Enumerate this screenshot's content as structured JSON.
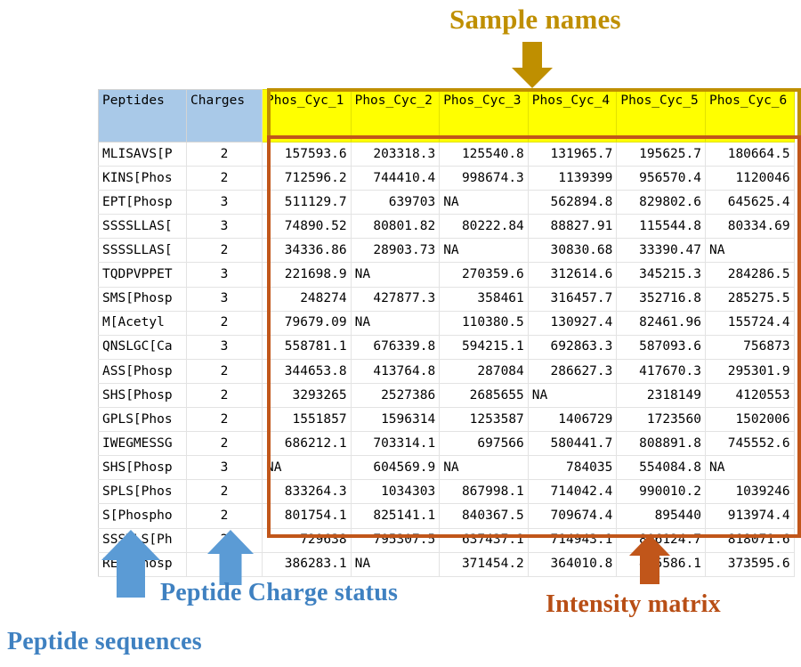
{
  "annotations": {
    "sample_names": {
      "label": "Sample names",
      "color": "#bf8f00",
      "icon": "arrow-down-icon"
    },
    "peptide_charge": {
      "label": "Peptide Charge status",
      "color": "#3f81c1",
      "icon": "arrow-up-icon"
    },
    "peptide_sequences": {
      "label": "Peptide sequences",
      "color": "#3f81c1",
      "icon": "arrow-up-icon"
    },
    "intensity_matrix": {
      "label": "Intensity matrix",
      "color": "#b84e15",
      "icon": "arrow-up-icon"
    }
  },
  "table": {
    "headers": {
      "peptides": "Peptides",
      "charges": "Charges",
      "samples": [
        "Phos_Cyc_1",
        "Phos_Cyc_2",
        "Phos_Cyc_3",
        "Phos_Cyc_4",
        "Phos_Cyc_5",
        "Phos_Cyc_6"
      ]
    },
    "header_colors": {
      "index": "#a9c9e8",
      "samples": "#ffff00"
    },
    "rows": [
      {
        "peptide": "MLISAVS[P",
        "charge": "2",
        "values": [
          "157593.6",
          "203318.3",
          "125540.8",
          "131965.7",
          "195625.7",
          "180664.5"
        ]
      },
      {
        "peptide": "KINS[Phos",
        "charge": "2",
        "values": [
          "712596.2",
          "744410.4",
          "998674.3",
          "1139399",
          "956570.4",
          "1120046"
        ]
      },
      {
        "peptide": "EPT[Phosp",
        "charge": "3",
        "values": [
          "511129.7",
          "639703",
          "NA",
          "562894.8",
          "829802.6",
          "645625.4"
        ]
      },
      {
        "peptide": "SSSSLLAS[",
        "charge": "3",
        "values": [
          "74890.52",
          "80801.82",
          "80222.84",
          "88827.91",
          "115544.8",
          "80334.69"
        ]
      },
      {
        "peptide": "SSSSLLAS[",
        "charge": "2",
        "values": [
          "34336.86",
          "28903.73",
          "NA",
          "30830.68",
          "33390.47",
          "NA"
        ]
      },
      {
        "peptide": "TQDPVPPET",
        "charge": "3",
        "values": [
          "221698.9",
          "NA",
          "270359.6",
          "312614.6",
          "345215.3",
          "284286.5"
        ]
      },
      {
        "peptide": "SMS[Phosp",
        "charge": "3",
        "values": [
          "248274",
          "427877.3",
          "358461",
          "316457.7",
          "352716.8",
          "285275.5"
        ]
      },
      {
        "peptide": "M[Acetyl",
        "charge": "2",
        "values": [
          "79679.09",
          "NA",
          "110380.5",
          "130927.4",
          "82461.96",
          "155724.4"
        ]
      },
      {
        "peptide": "QNSLGC[Ca",
        "charge": "3",
        "values": [
          "558781.1",
          "676339.8",
          "594215.1",
          "692863.3",
          "587093.6",
          "756873"
        ]
      },
      {
        "peptide": "ASS[Phosp",
        "charge": "2",
        "values": [
          "344653.8",
          "413764.8",
          "287084",
          "286627.3",
          "417670.3",
          "295301.9"
        ]
      },
      {
        "peptide": "SHS[Phosp",
        "charge": "2",
        "values": [
          "3293265",
          "2527386",
          "2685655",
          "NA",
          "2318149",
          "4120553"
        ]
      },
      {
        "peptide": "GPLS[Phos",
        "charge": "2",
        "values": [
          "1551857",
          "1596314",
          "1253587",
          "1406729",
          "1723560",
          "1502006"
        ]
      },
      {
        "peptide": "IWEGMESSG",
        "charge": "2",
        "values": [
          "686212.1",
          "703314.1",
          "697566",
          "580441.7",
          "808891.8",
          "745552.6"
        ]
      },
      {
        "peptide": "SHS[Phosp",
        "charge": "3",
        "values": [
          "NA",
          "604569.9",
          "NA",
          "784035",
          "554084.8",
          "NA"
        ]
      },
      {
        "peptide": "SPLS[Phos",
        "charge": "2",
        "values": [
          "833264.3",
          "1034303",
          "867998.1",
          "714042.4",
          "990010.2",
          "1039246"
        ]
      },
      {
        "peptide": "S[Phospho",
        "charge": "2",
        "values": [
          "801754.1",
          "825141.1",
          "840367.5",
          "709674.4",
          "895440",
          "913974.4"
        ]
      },
      {
        "peptide": "SSSVLS[Ph",
        "charge": "2",
        "values": [
          "729638",
          "795307.5",
          "637437.1",
          "714943.1",
          "806124.7",
          "818071.6"
        ]
      },
      {
        "peptide": "RES[Phosp",
        "charge": "2",
        "values": [
          "386283.1",
          "NA",
          "371454.2",
          "364010.8",
          "415586.1",
          "373595.6"
        ]
      }
    ]
  }
}
